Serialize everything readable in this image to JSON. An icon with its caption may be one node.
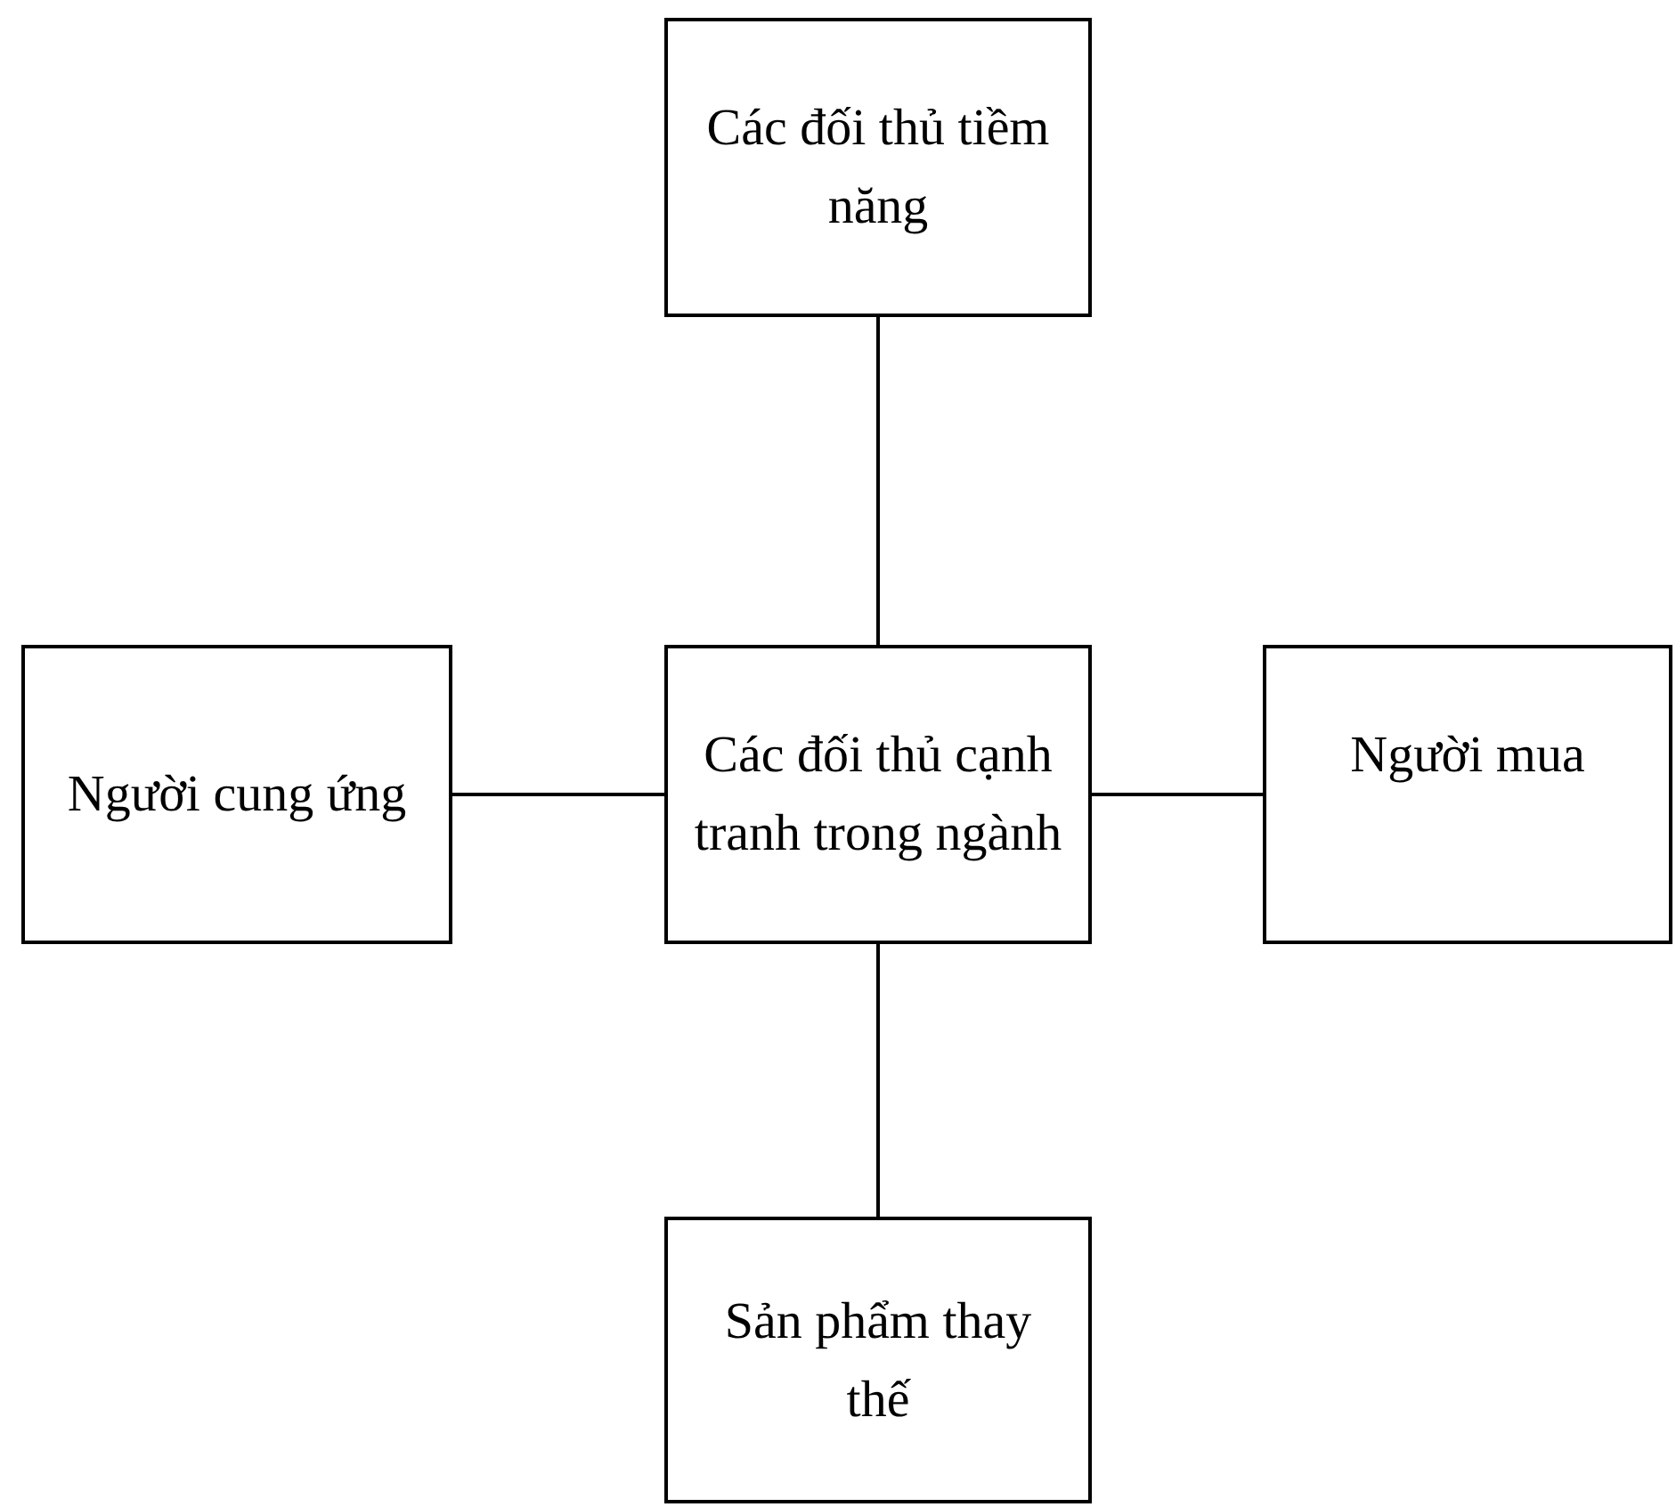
{
  "diagram": {
    "nodes": [
      {
        "text": [
          "Các đối thủ tiềm năng"
        ]
      },
      {
        "text": [
          "Người cung ứng"
        ]
      },
      {
        "text": [
          "Các đối thủ cạnh tranh trong ngành"
        ]
      },
      {
        "text": [
          "Người mua"
        ]
      },
      {
        "text": [
          "Sản phẩm thay thế"
        ]
      }
    ],
    "edges": [
      {
        "from": 0,
        "to": 2,
        "arrow": "none"
      },
      {
        "from": 1,
        "to": 2,
        "arrow": "none"
      },
      {
        "from": 2,
        "to": 3,
        "arrow": "none"
      },
      {
        "from": 2,
        "to": 4,
        "arrow": "none"
      }
    ]
  }
}
